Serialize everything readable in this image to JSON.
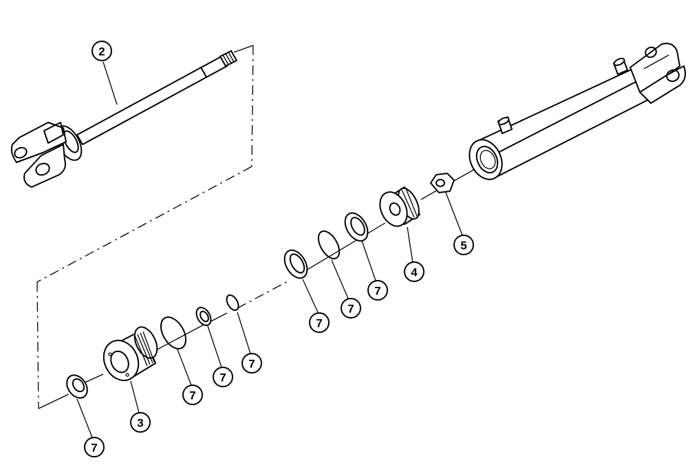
{
  "diagram": {
    "callouts": [
      {
        "id": "c2",
        "label": "2"
      },
      {
        "id": "c5",
        "label": "5"
      },
      {
        "id": "c4",
        "label": "4"
      },
      {
        "id": "c7a",
        "label": "7"
      },
      {
        "id": "c7b",
        "label": "7"
      },
      {
        "id": "c7c",
        "label": "7"
      },
      {
        "id": "c7d",
        "label": "7"
      },
      {
        "id": "c7e",
        "label": "7"
      },
      {
        "id": "c7f",
        "label": "7"
      },
      {
        "id": "c7g",
        "label": "7"
      },
      {
        "id": "c3",
        "label": "3"
      }
    ]
  }
}
